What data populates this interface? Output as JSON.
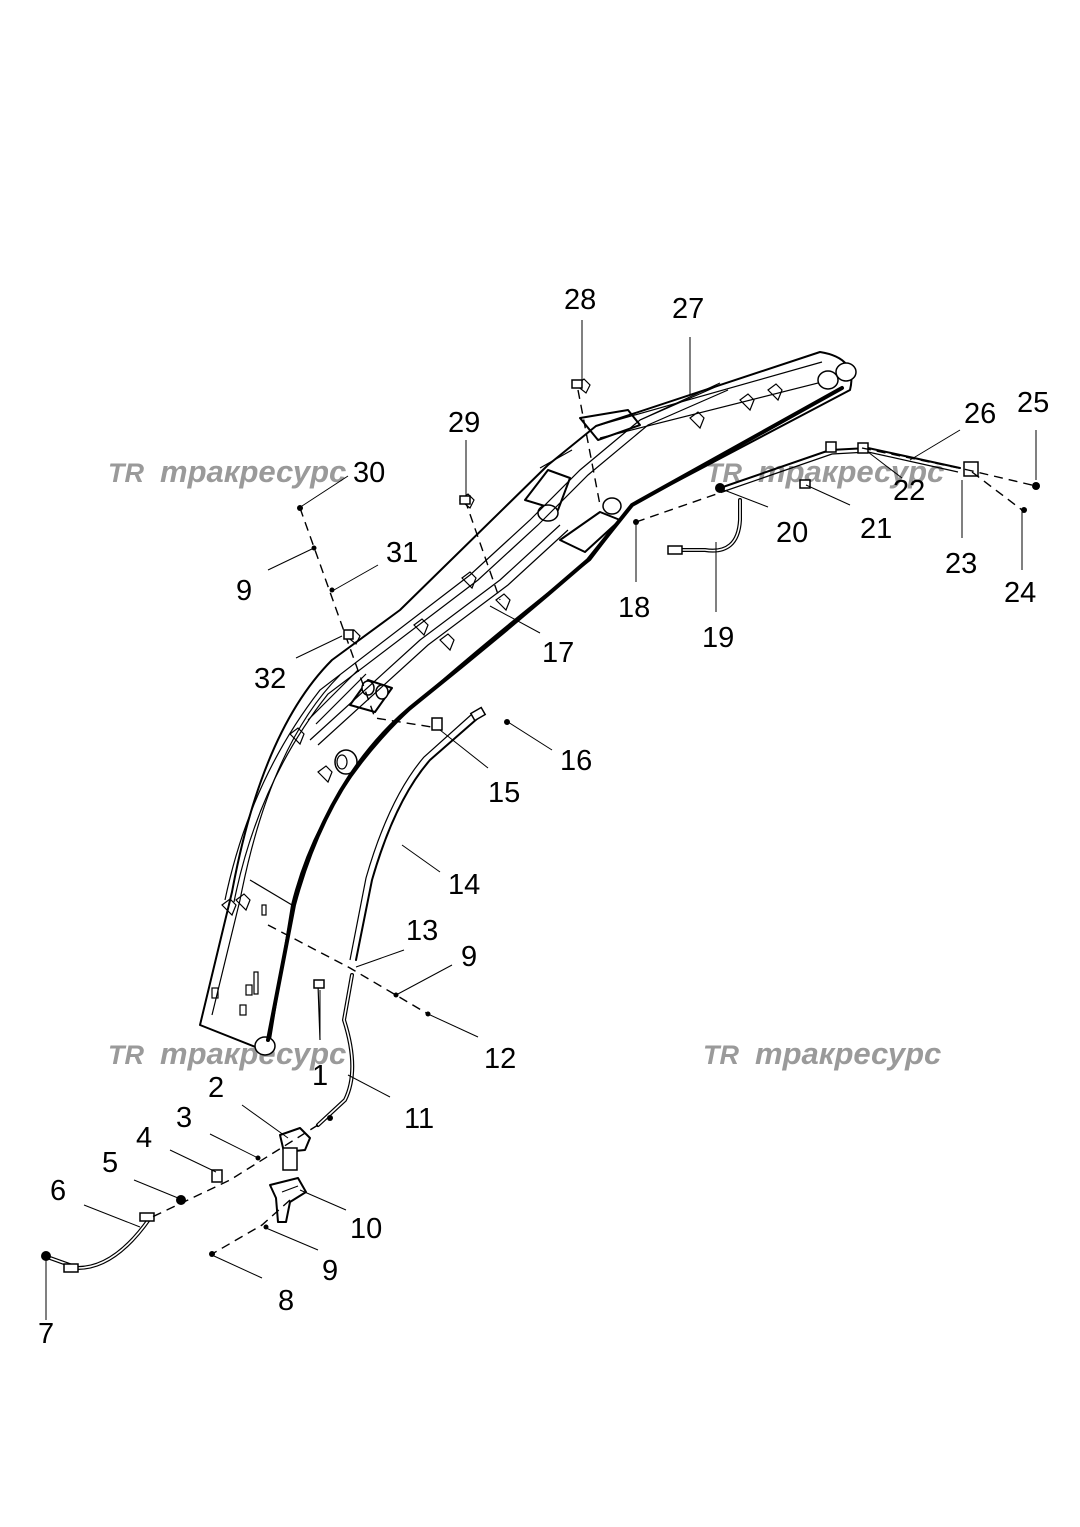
{
  "watermark": {
    "logo": "TR",
    "text": "тракресурс"
  },
  "callouts": [
    "1",
    "2",
    "3",
    "4",
    "5",
    "6",
    "7",
    "8",
    "9",
    "10",
    "11",
    "12",
    "13",
    "14",
    "15",
    "16",
    "17",
    "18",
    "19",
    "20",
    "21",
    "22",
    "23",
    "24",
    "25",
    "26",
    "27",
    "28",
    "29",
    "30",
    "31",
    "32"
  ]
}
